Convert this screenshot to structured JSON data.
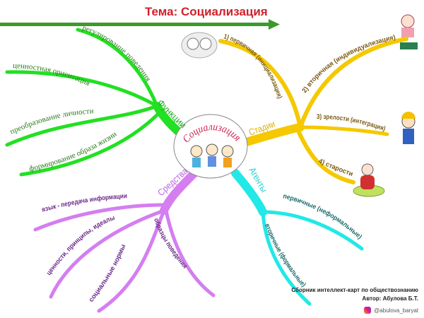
{
  "title": "Тема: Социализация",
  "center": "Социализация",
  "colors": {
    "functions": "#22e022",
    "stages": "#f5c800",
    "agents": "#22e8e8",
    "means": "#d47ef0",
    "title": "#d0202a"
  },
  "functions": {
    "label": "Функции",
    "items": [
      "регулирование поведения",
      "ценностная ориентация",
      "преобразование личности",
      "формирование образа жизни"
    ]
  },
  "stages": {
    "label": "Стадии",
    "items": [
      "1) первичная (инициализация)",
      "2) вторичная (индивидуализация)",
      "3) зрелости (интеграция)",
      "4) старости"
    ]
  },
  "agents": {
    "label": "Агенты",
    "items": [
      "первичные (неформальные)",
      "вторичные (формальные)"
    ]
  },
  "means": {
    "label": "Средства",
    "items": [
      "язык - передача информации",
      "ценности, принципы, идеалы",
      "социальные нормы",
      "образцы поведения"
    ]
  },
  "footer": {
    "line1": "Сборник интеллект-карт по обществознанию",
    "line2": "Автор: Абулова Б.Т.",
    "handle": "@abulova_baryat"
  }
}
